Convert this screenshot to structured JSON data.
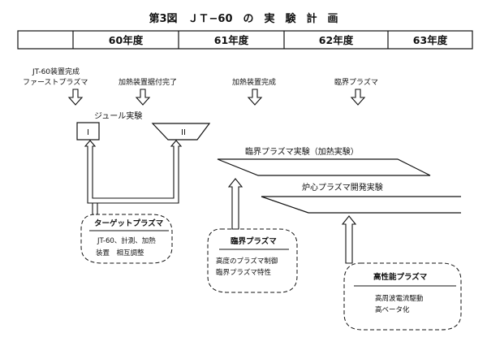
{
  "title": "第3図　ＪＴ−60　の　実　験　計　画",
  "timeline": {
    "years": [
      "60年度",
      "61年度",
      "62年度",
      "63年度"
    ]
  },
  "milestones": {
    "m1_line1": "JT-60装置完成",
    "m1_line2": "ファーストプラズマ",
    "m2": "加熱装置据付完了",
    "m3": "加熱装置完成",
    "m4": "臨界プラズマ"
  },
  "phases": {
    "joule_label": "ジュール実験",
    "box1": "I",
    "box2": "II",
    "critical_exp": "臨界プラズマ実験（加熱実験）",
    "reactor_exp": "炉心プラズマ開発実験"
  },
  "callouts": {
    "target": {
      "title": "ターゲットプラズマ",
      "line1": "JT-60、計測、加熱",
      "line2": "装置　相互調整"
    },
    "critical": {
      "title": "臨界プラズマ",
      "line1": "高度のプラズマ制御",
      "line2": "臨界プラズマ特性"
    },
    "high": {
      "title": "高性能プラズマ",
      "line1": "高周波電流駆動",
      "line2": "高ベータ化"
    }
  }
}
